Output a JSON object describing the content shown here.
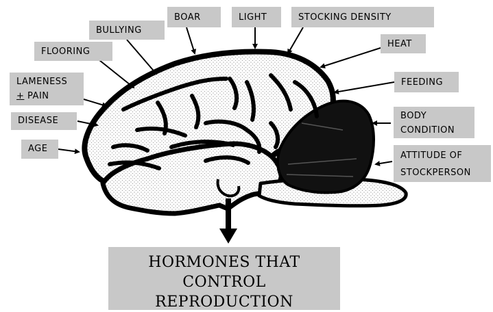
{
  "factors": {
    "boar": "BOAR",
    "light": "LIGHT",
    "stocking_density": "STOCKING DENSITY",
    "bullying": "BULLYING",
    "heat": "HEAT",
    "flooring": "FLOORING",
    "feeding": "FEEDING",
    "lameness_line1": "LAMENESS",
    "lameness_line2_symbol": "+",
    "lameness_line2_text": " PAIN",
    "body_condition_line1": "BODY",
    "body_condition_line2": "CONDITION",
    "disease": "DISEASE",
    "age": "AGE",
    "attitude_line1": "ATTITUDE OF",
    "attitude_line2": "STOCKPERSON"
  },
  "output": {
    "line1": "HORMONES THAT",
    "line2": "CONTROL",
    "line3": "REPRODUCTION"
  }
}
